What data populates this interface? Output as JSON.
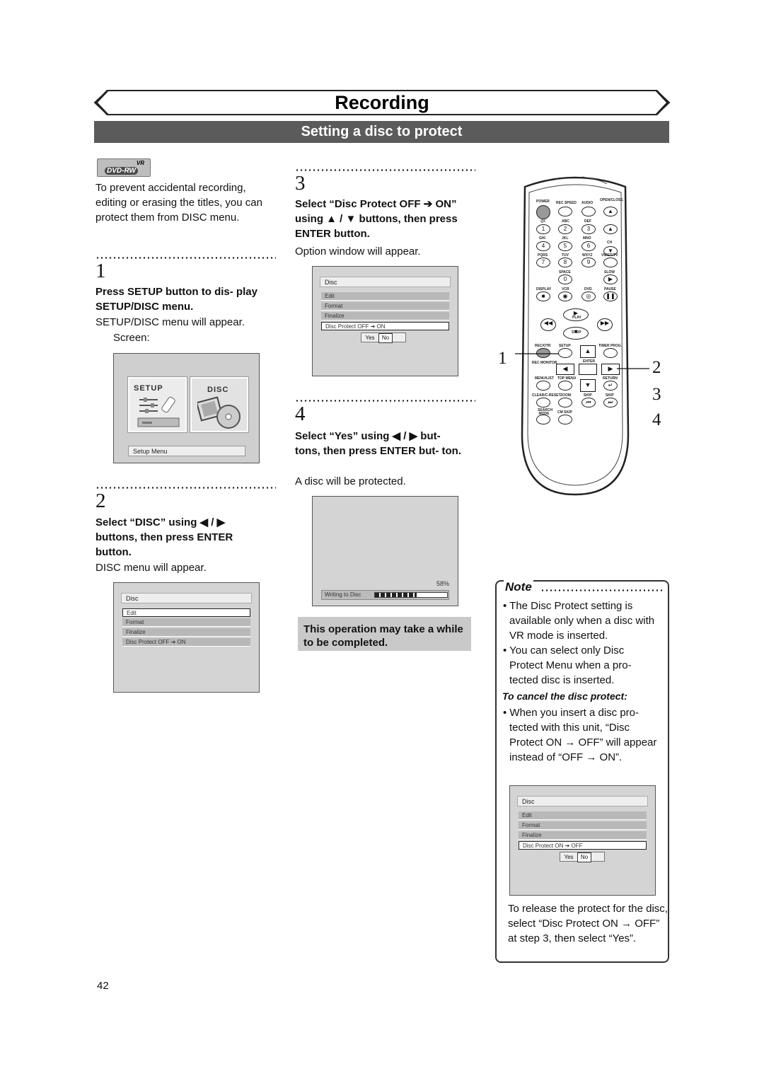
{
  "header": {
    "title": "Recording",
    "section": "Setting a disc to protect"
  },
  "badge": {
    "vr": "VR",
    "label": "DVD-RW"
  },
  "intro": "To prevent accidental recording, editing or erasing the titles, you can protect them from DISC menu.",
  "steps": [
    {
      "num": "1",
      "instruction": "Press SETUP button to dis- play SETUP/DISC menu.",
      "result": "SETUP/DISC menu will appear.",
      "extra": "Screen:"
    },
    {
      "num": "2",
      "instruction": "Select “DISC” using ◀ / ▶ buttons, then press ENTER button.",
      "result": "DISC menu will appear."
    },
    {
      "num": "3",
      "instruction": "Select “Disc Protect OFF ➔ ON” using ▲ / ▼ buttons, then press ENTER button.",
      "result": "Option window will appear."
    },
    {
      "num": "4",
      "instruction": "Select “Yes” using ◀ / ▶ but- tons, then press ENTER but- ton.",
      "result": "A disc will be protected."
    }
  ],
  "setup_screen": {
    "tab_setup": "SETUP",
    "tab_disc": "DISC",
    "footer": "Setup Menu"
  },
  "disc_screen": {
    "header": "Disc",
    "items": [
      "Edit",
      "Format",
      "Finalize",
      "Disc Protect OFF ➔ ON"
    ]
  },
  "option_screen": {
    "header": "Disc",
    "items": [
      "Edit",
      "Format",
      "Finalize",
      "Disc Protect OFF ➔ ON"
    ],
    "yes": "Yes",
    "no": "No"
  },
  "progress_screen": {
    "percent_label": "58%",
    "label": "Writing to Disc",
    "progress": 0.58
  },
  "operation_note": "This operation may take a while to be completed.",
  "note": {
    "title": "Note",
    "bullets": [
      "The Disc Protect setting is available only when a disc with VR mode is inserted.",
      "You can select only Disc Protect Menu when a pro- tected disc is inserted."
    ],
    "cancel_title": "To cancel the disc protect:",
    "cancel_bullet": "When you insert a disc pro- tected with this unit, “Disc Protect ON → OFF” will appear instead of “OFF → ON”.",
    "release_text": "To release the protect for the disc, select “Disc Protect ON → OFF” at step 3, then select “Yes”."
  },
  "cancel_screen": {
    "header": "Disc",
    "items": [
      "Edit",
      "Format",
      "Finalize",
      "Disc Protect ON ➔ OFF"
    ],
    "yes": "Yes",
    "no": "No"
  },
  "remote": {
    "callouts": [
      "1",
      "2",
      "3",
      "4"
    ],
    "labels": {
      "power": "POWER",
      "rec_speed": "REC SPEED",
      "audio": "AUDIO",
      "open_close": "OPEN/CLOSE",
      "k1": "@/:",
      "k2": "ABC",
      "k3": "DEF",
      "k4": "GHI",
      "k5": "JKL",
      "k6": "MNO",
      "k7": "PQRS",
      "k8": "TUV",
      "k9": "WXYZ",
      "video_tv": "VIDEO/TV",
      "ch": "CH",
      "space": "SPACE",
      "slow": "SLOW",
      "display": "DISPLAY",
      "vcr": "VCR",
      "dvd": "DVD",
      "pause": "PAUSE",
      "play": "PLAY",
      "stop": "STOP",
      "rec_otr": "REC/OTR",
      "setup": "SETUP",
      "timer_prog": "TIMER PROG.",
      "rec_monitor": "REC MONITOR",
      "enter": "ENTER",
      "menu_list": "MENU/LIST",
      "top_menu": "TOP MENU",
      "return": "RETURN",
      "clear_reset": "CLEAR/C-RESET",
      "zoom": "ZOOM",
      "skip1": "SKIP",
      "skip2": "SKIP",
      "search_mode": "SEARCH MODE",
      "cm_skip": "CM SKIP"
    },
    "digits": [
      "1",
      "2",
      "3",
      "4",
      "5",
      "6",
      "7",
      "8",
      "9",
      "0"
    ]
  },
  "page_number": "42"
}
